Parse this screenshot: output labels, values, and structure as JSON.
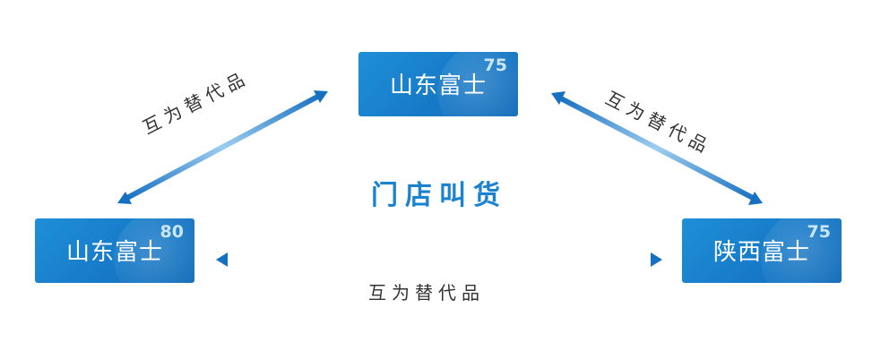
{
  "center_title": "门店叫货",
  "nodes": [
    {
      "id": "top",
      "name": "山东富士",
      "score": "75"
    },
    {
      "id": "left",
      "name": "山东富士",
      "score": "80"
    },
    {
      "id": "right",
      "name": "陕西富士",
      "score": "75"
    }
  ],
  "edges": [
    {
      "between": [
        "top",
        "left"
      ],
      "label": "互为替代品"
    },
    {
      "between": [
        "top",
        "right"
      ],
      "label": "互为替代品"
    },
    {
      "between": [
        "left",
        "right"
      ],
      "label": "互为替代品"
    }
  ],
  "colors": {
    "box": "#1a82cf",
    "arrow": "#1678c6",
    "title": "#1a82cf",
    "label": "#333333"
  }
}
